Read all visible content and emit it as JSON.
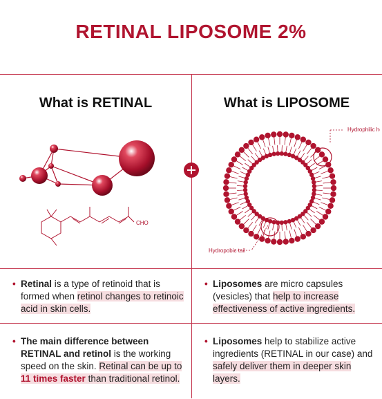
{
  "title": "RETINAL LIPOSOME 2%",
  "left_heading": "What is RETINAL",
  "right_heading": "What is LIPOSOME",
  "molecule_label": "CHO",
  "labels": {
    "head": "Hydrophilic head",
    "tail": "Hydropobic tail"
  },
  "colors": {
    "accent": "#b0142f",
    "highlight": "#f6dde0"
  },
  "cells": {
    "tl": {
      "bold": "Retinal",
      "t1": " is a type of retinoid that is formed when ",
      "h1": "retinol changes to retinoic acid in skin cells."
    },
    "tr": {
      "bold": "Liposomes",
      "t1": " are micro capsules (vesicles) that ",
      "h1": "help to increase effectiveness of active ingredients."
    },
    "bl": {
      "bold": "The main difference between RETINAL and retinol",
      "t1": " is the working speed  on the skin. ",
      "h1": "Retinal can be up to ",
      "h2": "11 times faster",
      "h3": " than traditional retinol."
    },
    "br": {
      "bold": "Liposomes",
      "t1": " help to stabilize active ingredients (RETINAL in our case) and ",
      "h1": "safely deliver them in deeper skin layers."
    }
  }
}
